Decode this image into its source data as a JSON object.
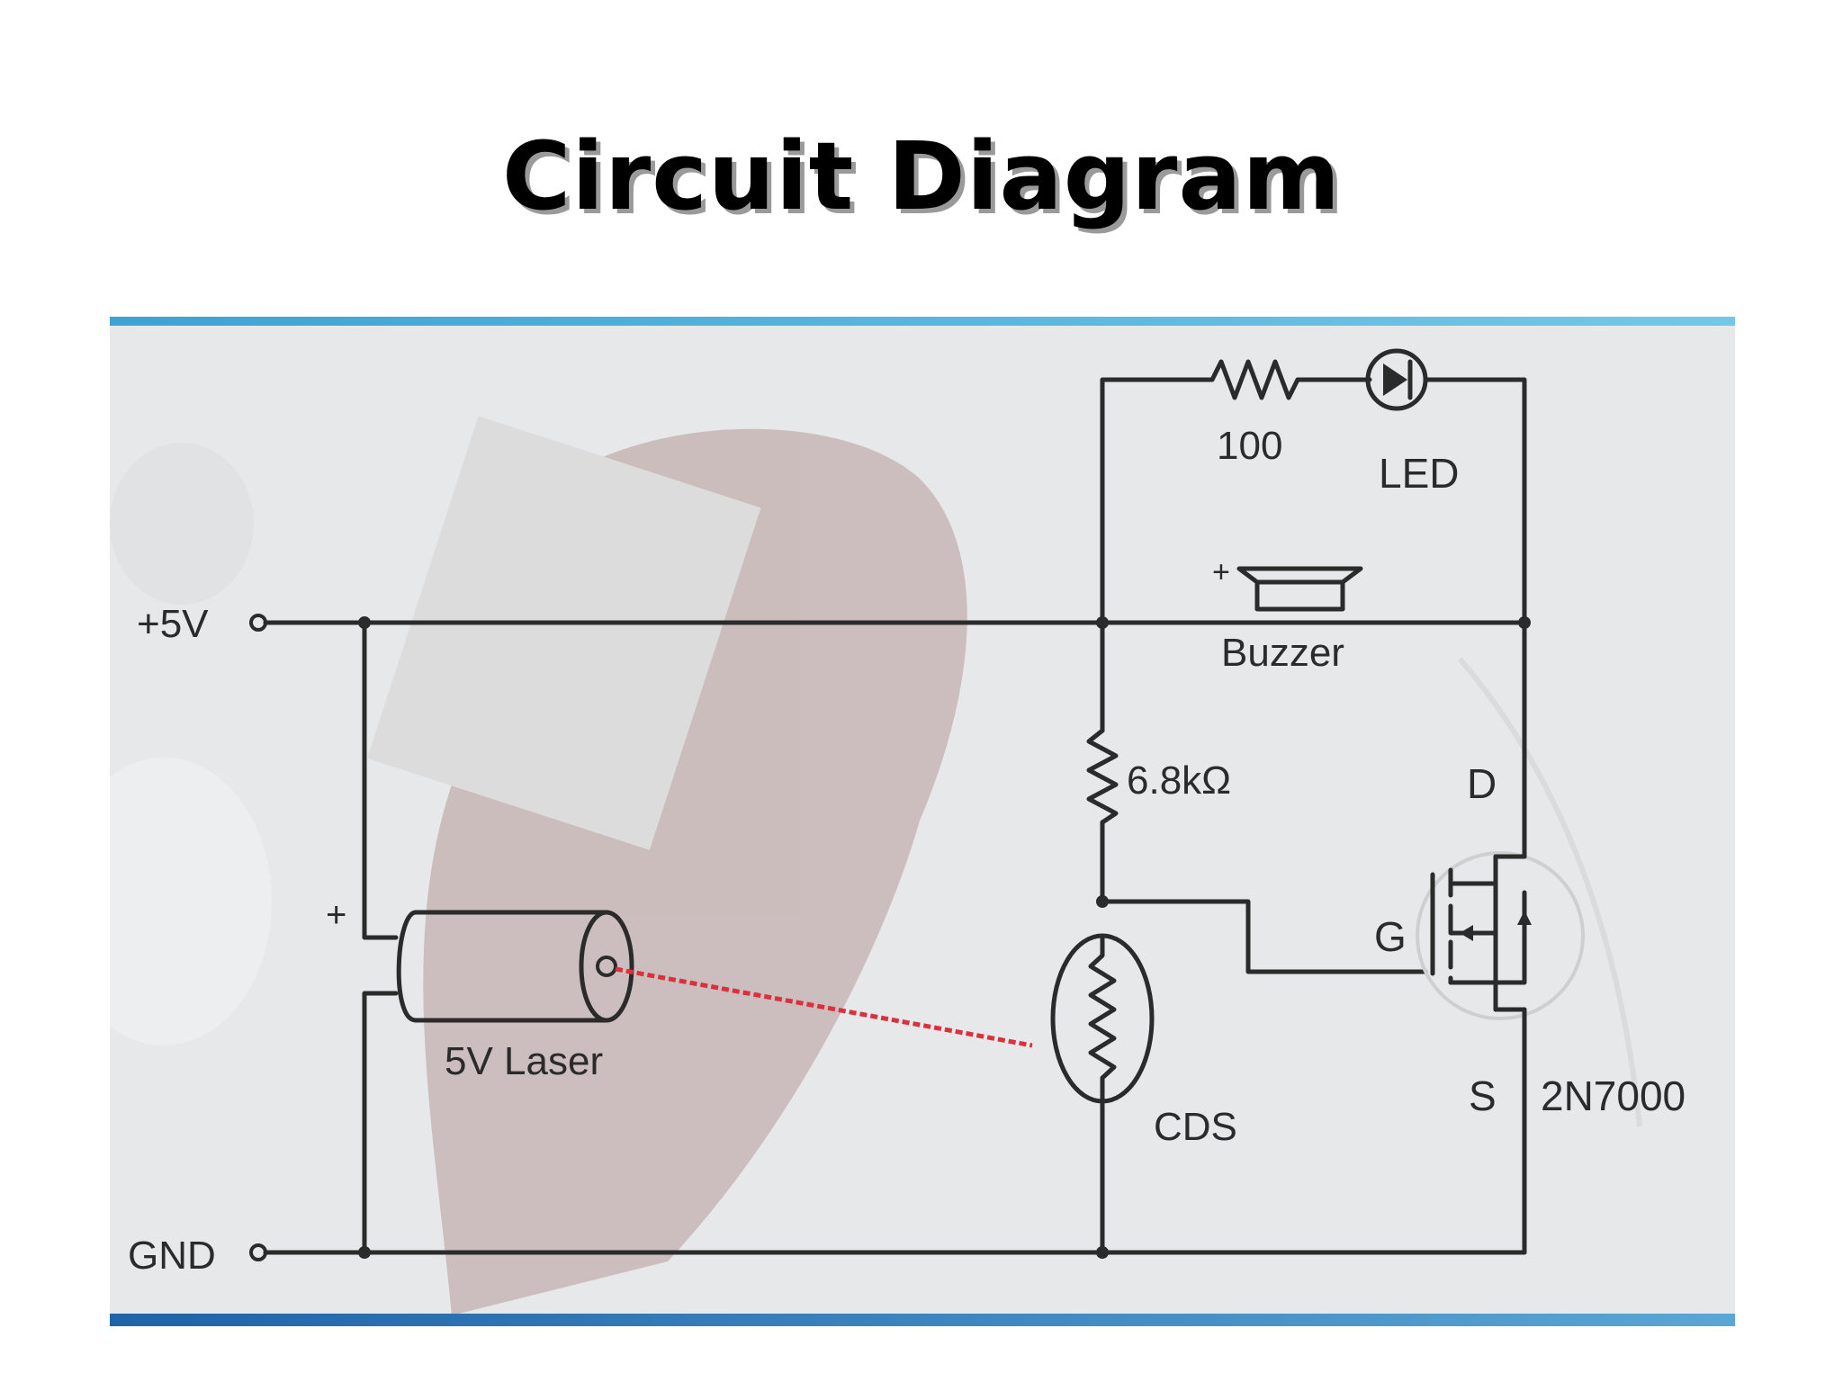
{
  "title": "Circuit Diagram",
  "labels": {
    "vcc": "+5V",
    "gnd": "GND",
    "laser_plus": "+",
    "laser": "5V Laser",
    "r100": "100",
    "led": "LED",
    "buzzer_plus": "+",
    "buzzer": "Buzzer",
    "r68k": "6.8kΩ",
    "cds": "CDS",
    "drain": "D",
    "gate": "G",
    "source": "S",
    "mosfet": "2N7000"
  },
  "colors": {
    "frame_top": "#3ea2d3",
    "frame_bottom": "#1f63a8",
    "laser_beam": "#d9323c",
    "wire": "#2b2b2b"
  }
}
